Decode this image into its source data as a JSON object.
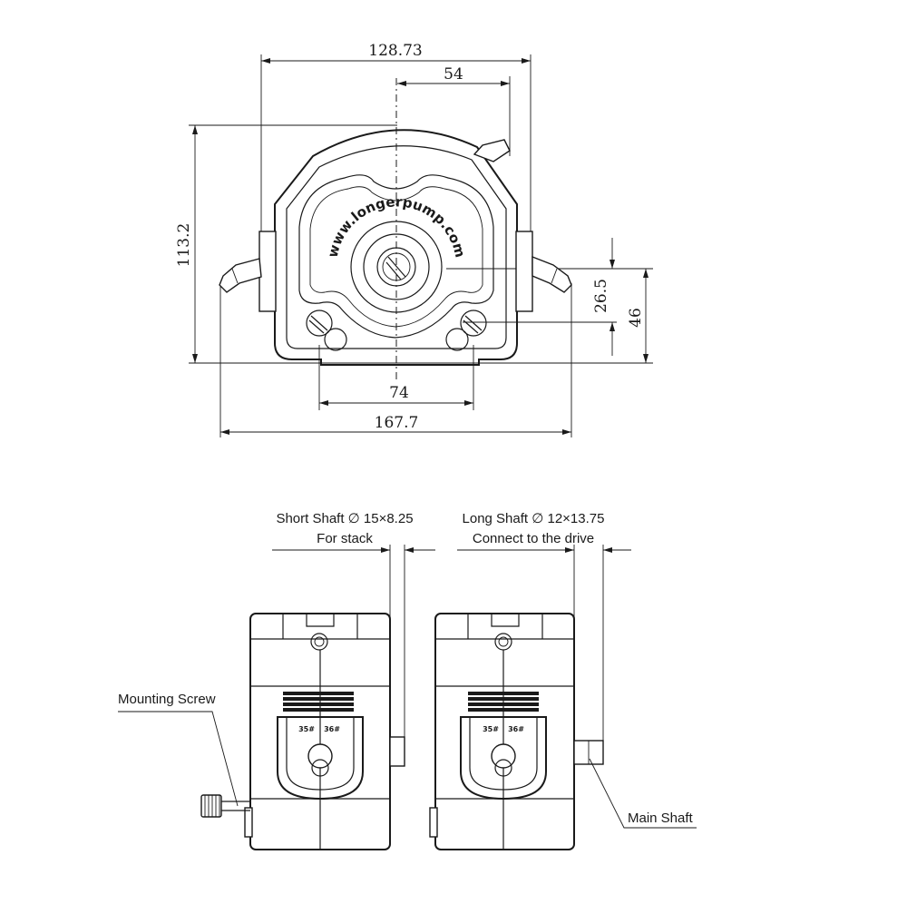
{
  "front_view": {
    "width_overall": "128.73",
    "offset_to_outlet": "54",
    "height_overall": "113.2",
    "height_to_shaft": "26.5",
    "height_to_mount": "46",
    "mount_hole_spacing": "74",
    "width_with_tubing": "167.7",
    "housing_text": "www.longerpump.com"
  },
  "side_views": {
    "short_shaft_label": "Short Shaft ∅ 15×8.25",
    "short_shaft_sub": "For stack",
    "long_shaft_label": "Long Shaft ∅ 12×13.75",
    "long_shaft_sub": "Connect to the drive",
    "mounting_screw_label": "Mounting Screw",
    "main_shaft_label": "Main Shaft",
    "tube_size_a": "35#",
    "tube_size_b": "36#"
  }
}
